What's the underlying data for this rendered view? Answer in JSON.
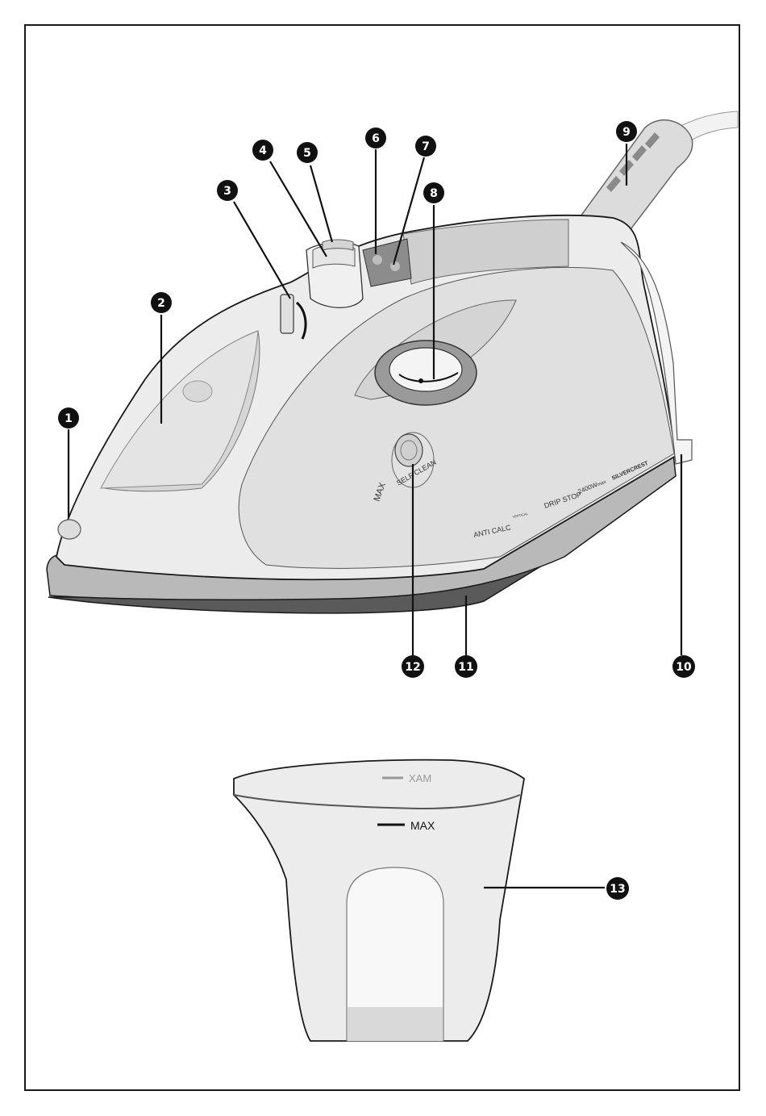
{
  "figure": {
    "iron_labels": {
      "anti_calc": "ANTI CALC",
      "drip_stop": "DRIP STOP",
      "power": "2400W",
      "power_suffix": "max",
      "brand": "SILVERCREST",
      "self_clean": "SELF CLEAN",
      "max_mark": "MAX",
      "vertical": "VERTICAL"
    },
    "cup_labels": {
      "max_mirrored": "XAM",
      "max": "MAX"
    },
    "callouts": [
      {
        "n": "1"
      },
      {
        "n": "2"
      },
      {
        "n": "3"
      },
      {
        "n": "4"
      },
      {
        "n": "5"
      },
      {
        "n": "6"
      },
      {
        "n": "7"
      },
      {
        "n": "8"
      },
      {
        "n": "9"
      },
      {
        "n": "10"
      },
      {
        "n": "11"
      },
      {
        "n": "12"
      },
      {
        "n": "13"
      }
    ]
  },
  "colors": {
    "body_light": "#ececec",
    "body_mid": "#d2d2d2",
    "soleplate": "#b9b9b9",
    "soleplate_dark": "#5a5a5a",
    "outline": "#1a1a1a"
  }
}
